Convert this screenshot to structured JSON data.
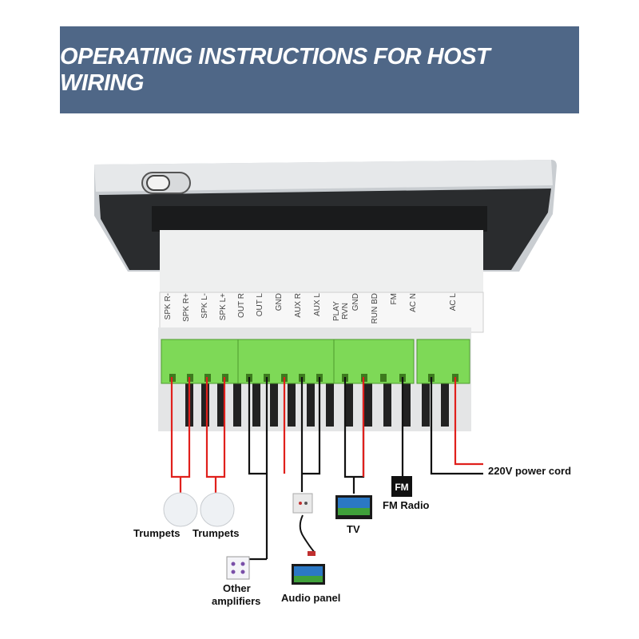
{
  "banner": {
    "title": "OPERATING INSTRUCTIONS FOR HOST WIRING"
  },
  "terminals": [
    "SPK R-",
    "SPK R+",
    "SPK L-",
    "SPK L+",
    "OUT R",
    "OUT L",
    "GND",
    "AUX R",
    "AUX L",
    "PLAY RVN",
    "GND",
    "RUN BD",
    "FM",
    "AC N",
    "AC L"
  ],
  "fm_icon_text": "FM",
  "labels": {
    "power": "220V power cord",
    "fm": "FM Radio",
    "tv": "TV",
    "trumpets_1": "Trumpets",
    "trumpets_2": "Trumpets",
    "other_amp_1": "Other",
    "other_amp_2": "amplifiers",
    "audio_panel": "Audio panel"
  },
  "colors": {
    "banner": "#4f6787",
    "terminal_green": "#7ed957",
    "wire_red": "#e0201c",
    "wire_black": "#111111"
  }
}
